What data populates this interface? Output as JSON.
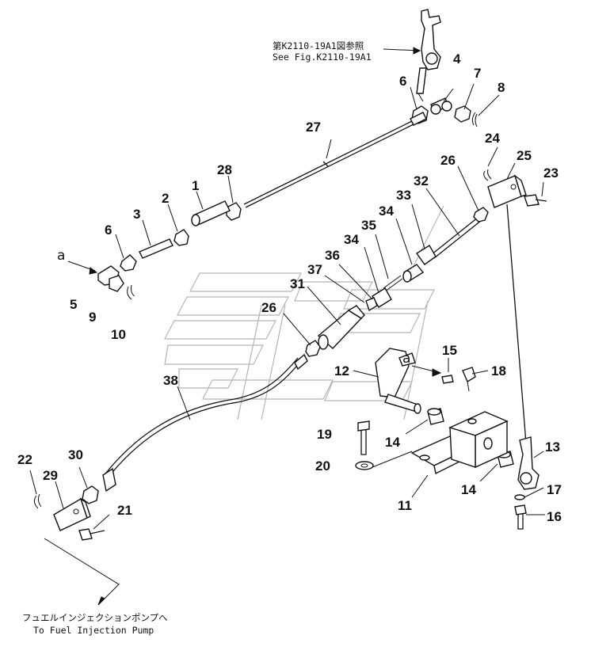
{
  "notes": {
    "see_fig_jp": "第K2110-19A1図参照",
    "see_fig_en": "See Fig.K2110-19A1",
    "to_pump_jp": "フュエルインジェクションポンプへ",
    "to_pump_en": "To Fuel Injection Pump"
  },
  "ref_letter": "a",
  "parts": {
    "p1": "1",
    "p2": "2",
    "p3": "3",
    "p4": "4",
    "p5": "5",
    "p6a": "6",
    "p6b": "6",
    "p7": "7",
    "p8": "8",
    "p9": "9",
    "p10": "10",
    "p11": "11",
    "p12": "12",
    "p13": "13",
    "p14a": "14",
    "p14b": "14",
    "p15": "15",
    "p16": "16",
    "p17": "17",
    "p18": "18",
    "p19": "19",
    "p20": "20",
    "p21": "21",
    "p22": "22",
    "p23": "23",
    "p24": "24",
    "p25": "25",
    "p26a": "26",
    "p26b": "26",
    "p27": "27",
    "p28": "28",
    "p29": "29",
    "p30": "30",
    "p31": "31",
    "p32": "32",
    "p33": "33",
    "p34a": "34",
    "p34b": "34",
    "p35": "35",
    "p36": "36",
    "p37": "37",
    "p38": "38"
  }
}
